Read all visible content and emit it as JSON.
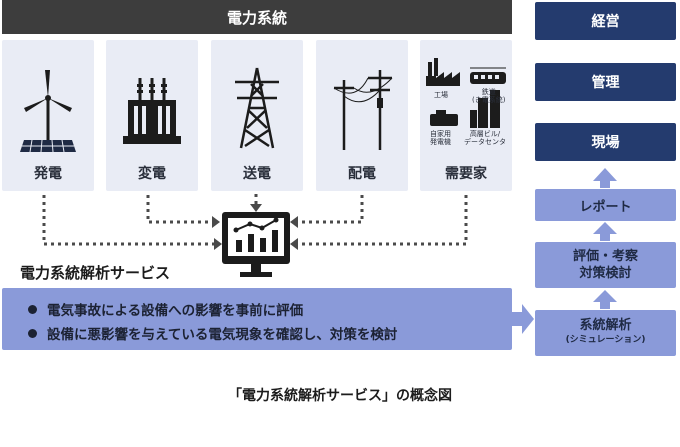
{
  "header": {
    "title": "電力系統"
  },
  "panels": [
    {
      "label": "発電"
    },
    {
      "label": "変電"
    },
    {
      "label": "送電"
    },
    {
      "label": "配電"
    },
    {
      "label": "需要家"
    }
  ],
  "demand_labels": {
    "factory": "工場",
    "railway": "鉄道\n(き電系統)",
    "private_gen": "自家用\n発電機",
    "building": "高層ビル/\nデータセンタ"
  },
  "service": {
    "title": "電力系統解析サービス",
    "items": [
      "電気事故による設備への影響を事前に評価",
      "設備に悪影響を与えている電気現象を確認し、対策を検討"
    ]
  },
  "flow": {
    "management": "経営",
    "administration": "管理",
    "field": "現場",
    "report": "レポート",
    "evaluation_line1": "評価・考察",
    "evaluation_line2": "対策検討",
    "analysis": "系統解析",
    "analysis_sub": "(シミュレーション)"
  },
  "caption": "「電力系統解析サービス」の概念図",
  "colors": {
    "banner": "#3d3d3d",
    "panel_bg": "#e9ecf5",
    "dark_box": "#243b6e",
    "light_box": "#8a9ad9",
    "arrow": "#8a9ad9",
    "dotted": "#4a4a4a"
  }
}
